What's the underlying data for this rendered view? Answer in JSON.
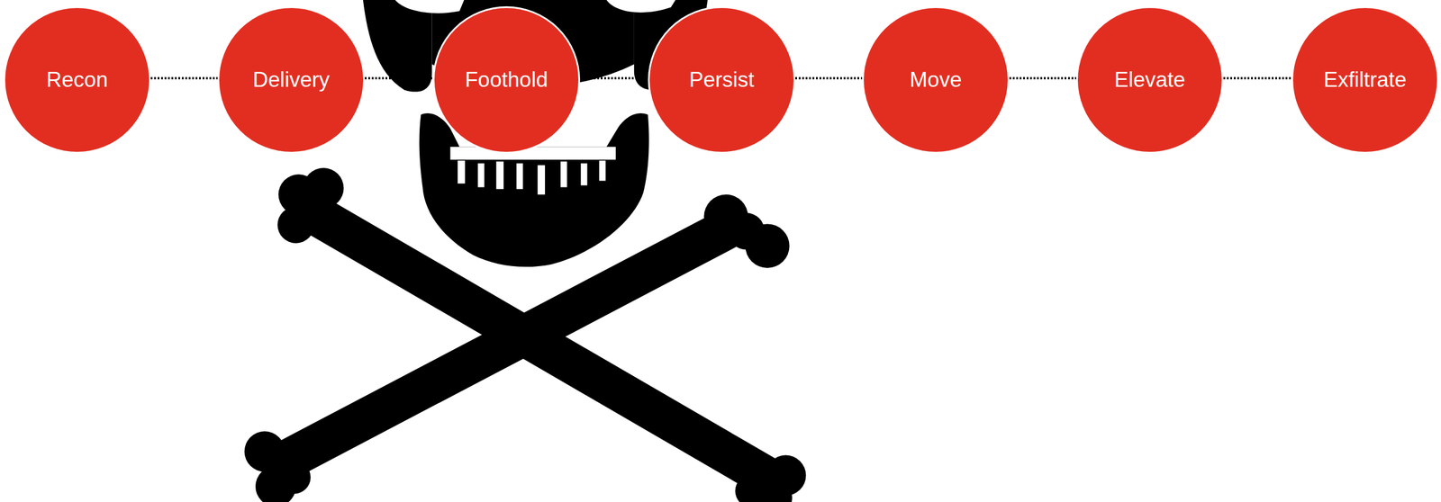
{
  "diagram": {
    "nodes": [
      {
        "text": [
          "Recon"
        ]
      },
      {
        "text": [
          "Delivery"
        ]
      },
      {
        "text": [
          "Foothold"
        ]
      },
      {
        "text": [
          "Persist"
        ]
      },
      {
        "text": [
          "Move"
        ]
      },
      {
        "text": [
          "Elevate"
        ]
      },
      {
        "text": [
          "Exfiltrate"
        ]
      }
    ],
    "edges": [
      {
        "from": 0,
        "to": 1,
        "arrow": "none"
      },
      {
        "from": 1,
        "to": 2,
        "arrow": "none"
      },
      {
        "from": 2,
        "to": 3,
        "arrow": "none"
      },
      {
        "from": 3,
        "to": 4,
        "arrow": "none"
      },
      {
        "from": 4,
        "to": 5,
        "arrow": "none"
      },
      {
        "from": 5,
        "to": 6,
        "arrow": "none"
      }
    ]
  }
}
